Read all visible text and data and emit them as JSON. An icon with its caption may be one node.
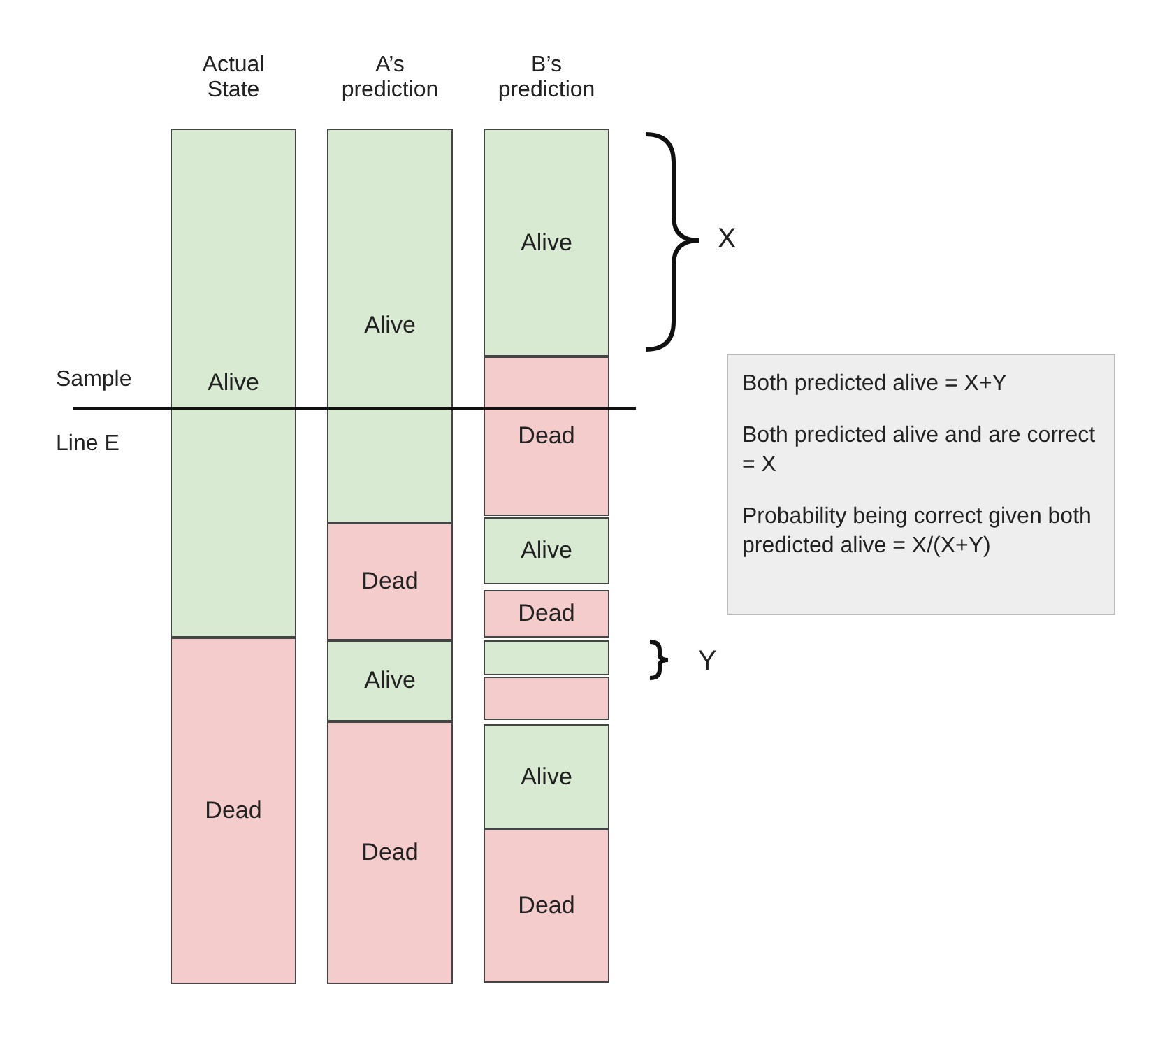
{
  "diagram": {
    "nodes": [
      {
        "text": [
          "Alive"
        ]
      },
      {
        "text": [
          "Dead"
        ]
      },
      {
        "text": [
          "Alive"
        ]
      },
      {
        "text": [
          "Dead"
        ]
      },
      {
        "text": [
          "Alive"
        ]
      },
      {
        "text": [
          "Dead"
        ]
      },
      {
        "text": [
          "Alive"
        ]
      },
      {
        "text": [
          "Dead"
        ]
      },
      {
        "text": [
          "Alive"
        ]
      },
      {
        "text": [
          "Dead"
        ]
      },
      {
        "text": [],
        "shape": "box"
      },
      {
        "text": [],
        "shape": "box"
      },
      {
        "text": [
          "Alive"
        ]
      },
      {
        "text": [
          "Dead"
        ]
      },
      {
        "text": [
          "Both predicted alive = X+Y",
          "Both predicted alive and are correct = X",
          "Probability being correct given both predicted alive = X/(X+Y)"
        ]
      }
    ],
    "edges": [],
    "labels": [
      "Actual State",
      "A’s prediction",
      "B’s prediction",
      "X",
      "Sample",
      "Line E",
      "Y"
    ]
  }
}
